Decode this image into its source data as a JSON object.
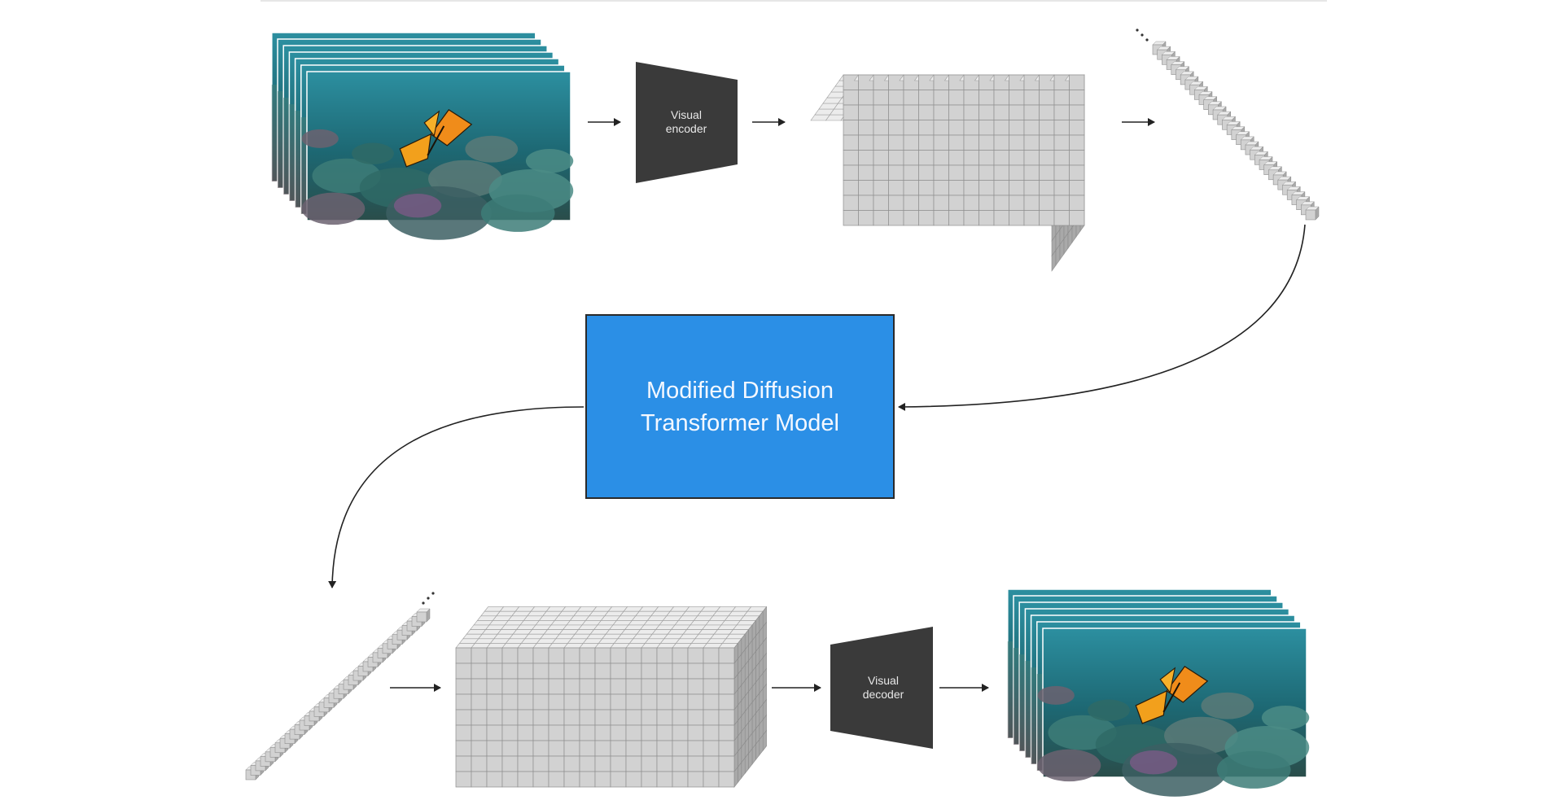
{
  "encoder": {
    "line1": "Visual",
    "line2": "encoder"
  },
  "decoder": {
    "line1": "Visual",
    "line2": "decoder"
  },
  "model": {
    "label": "Modified Diffusion Transformer Model"
  },
  "colors": {
    "model_fill": "#2b8fe6",
    "codec_fill": "#3a3a3a",
    "cube_face": "#d2d2d2",
    "cube_top": "#ececec",
    "cube_side": "#a9a9a9",
    "underwater_scene": "#1f6f7a",
    "butterfly": "#f08c1a"
  },
  "icons": {
    "input_frames": "video-frames-stack-icon",
    "output_frames": "video-frames-stack-icon",
    "latent_grid": "cube-grid-icon",
    "token_sequence": "token-sequence-icon"
  }
}
